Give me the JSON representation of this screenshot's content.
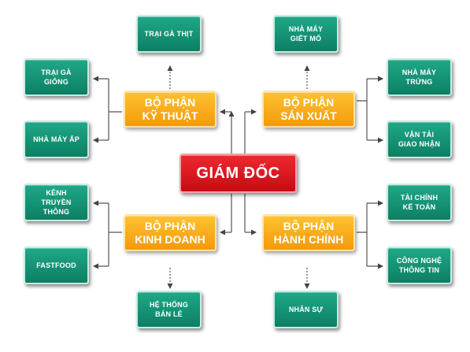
{
  "ceo": {
    "label": "GIÁM ĐỐC",
    "color": "#d5141b"
  },
  "departments": [
    {
      "id": "ky-thuat",
      "label": "BỘ PHẬN\nKỸ THUẬT",
      "color": "#f6a313"
    },
    {
      "id": "san-xuat",
      "label": "BỘ PHẬN\nSẢN XUẤT",
      "color": "#f6a313"
    },
    {
      "id": "kinh-doanh",
      "label": "BỘ PHẬN\nKINH DOANH",
      "color": "#f6a313"
    },
    {
      "id": "hanh-chinh",
      "label": "BỘ PHẬN\nHÀNH CHÍNH",
      "color": "#f6a313"
    }
  ],
  "units": [
    {
      "id": "trai-ga-thit",
      "parent": "ky-thuat",
      "label": "TRẠI GÀ THỊT"
    },
    {
      "id": "trai-ga-giong",
      "parent": "ky-thuat",
      "label": "TRẠI GÀ\nGIỐNG"
    },
    {
      "id": "nha-may-ap",
      "parent": "ky-thuat",
      "label": "NHÀ MÁY ẤP"
    },
    {
      "id": "nha-may-giet-mo",
      "parent": "san-xuat",
      "label": "NHÀ MÁY\nGIẾT MỔ"
    },
    {
      "id": "nha-may-trung",
      "parent": "san-xuat",
      "label": "NHÀ MÁY\nTRỨNG"
    },
    {
      "id": "van-tai-giao-nhan",
      "parent": "san-xuat",
      "label": "VẬN TẢI\nGIAO NHẬN"
    },
    {
      "id": "kenh-truyen-thong",
      "parent": "kinh-doanh",
      "label": "KÊNH\nTRUYỀN THÔNG"
    },
    {
      "id": "fastfood",
      "parent": "kinh-doanh",
      "label": "FASTFOOD"
    },
    {
      "id": "he-thong-ban-le",
      "parent": "kinh-doanh",
      "label": "HỆ THỐNG\nBÁN LẺ"
    },
    {
      "id": "tai-chinh-ke-toan",
      "parent": "hanh-chinh",
      "label": "TÀI CHÍNH\nKẾ TOÁN"
    },
    {
      "id": "cong-nghe-thong-tin",
      "parent": "hanh-chinh",
      "label": "CÔNG NGHỆ\nTHÔNG TIN"
    },
    {
      "id": "nhan-su",
      "parent": "hanh-chinh",
      "label": "NHÂN SỰ"
    }
  ],
  "colors": {
    "unit": "#13967a",
    "connector": "#555555"
  }
}
